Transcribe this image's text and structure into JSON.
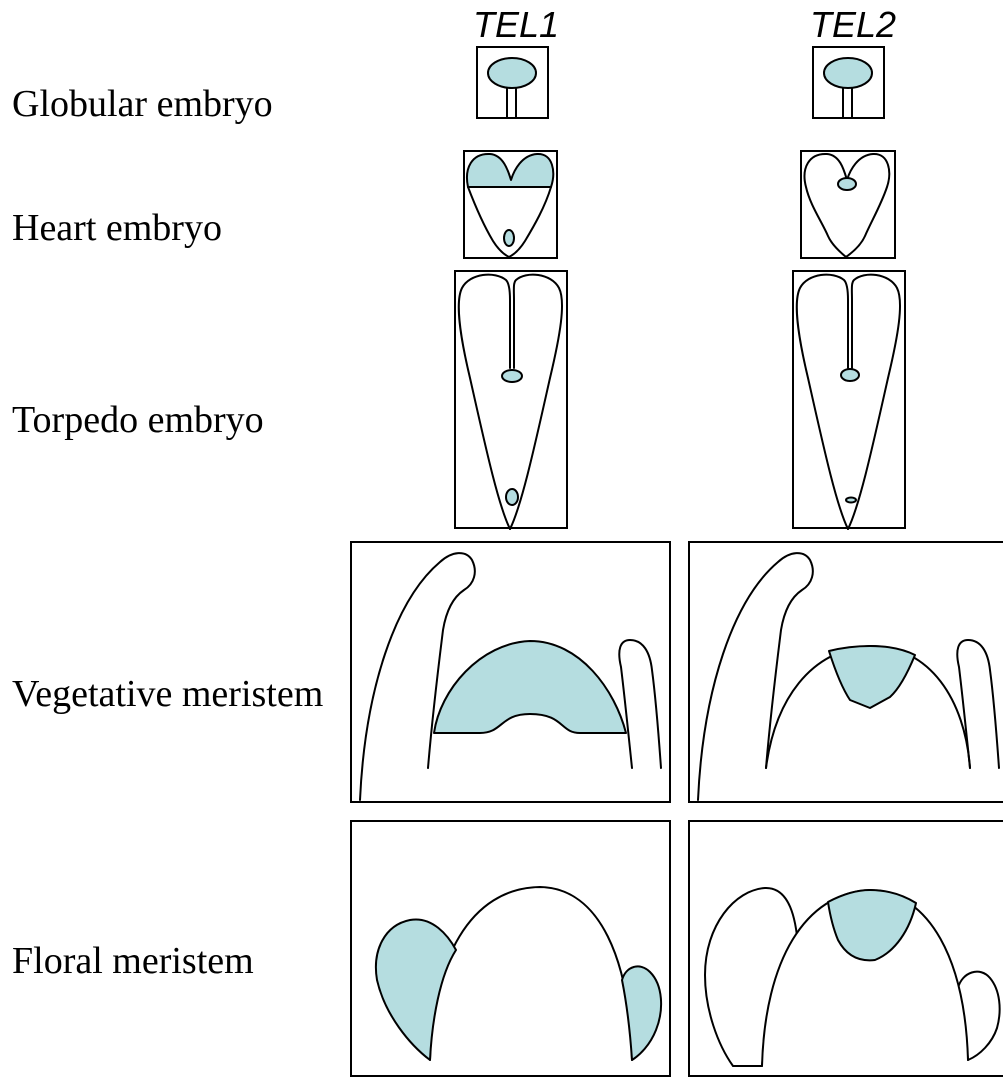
{
  "columns": {
    "tel1": "TEL1",
    "tel2": "TEL2"
  },
  "rows": {
    "globular": "Globular embryo",
    "heart": "Heart embryo",
    "torpedo": "Torpedo embryo",
    "vegetative": "Vegetative meristem",
    "floral": "Floral meristem"
  },
  "colors": {
    "expression": "#b5dde0",
    "outline": "#000000",
    "background": "#ffffff"
  }
}
